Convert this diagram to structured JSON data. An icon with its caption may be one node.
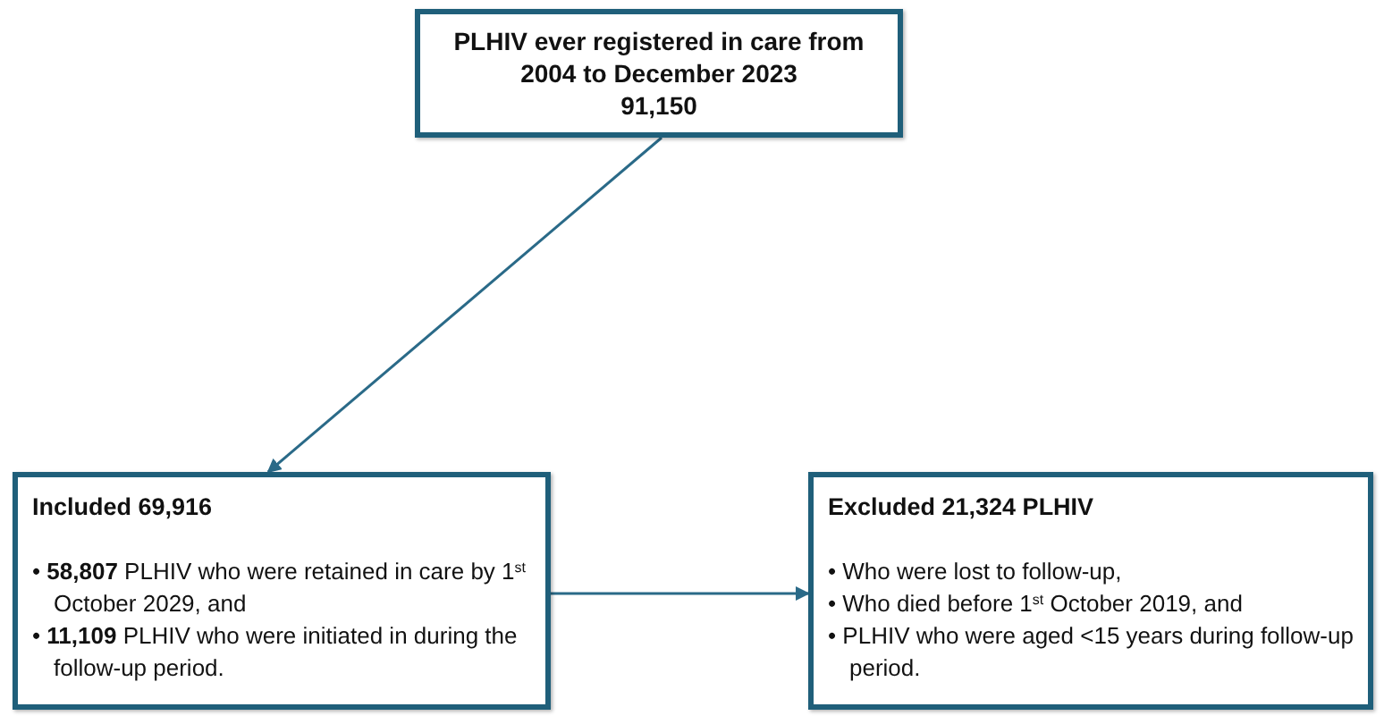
{
  "diagram": {
    "nodes": [
      {
        "text": [
          "PLHIV ever registered in care from 2004 to December 2023",
          "91,150"
        ]
      },
      {
        "text": [
          "Included 69,916",
          "• **58,807** PLHIV who were retained in care by 1$^{st}$ October 2029, and",
          "• **11,109** PLHIV who were initiated in during the follow-up period."
        ]
      },
      {
        "text": [
          "Excluded 21,324 PLHIV",
          "• Who were lost to follow-up,",
          "• Who died before 1$^{st}$ October 2019, and",
          "• PLHIV who were aged <15 years during follow-up period."
        ]
      }
    ],
    "edges": [
      {
        "from": 0,
        "to": 1,
        "arrow": "to"
      },
      {
        "from": 1,
        "to": 2,
        "arrow": "to"
      }
    ]
  }
}
